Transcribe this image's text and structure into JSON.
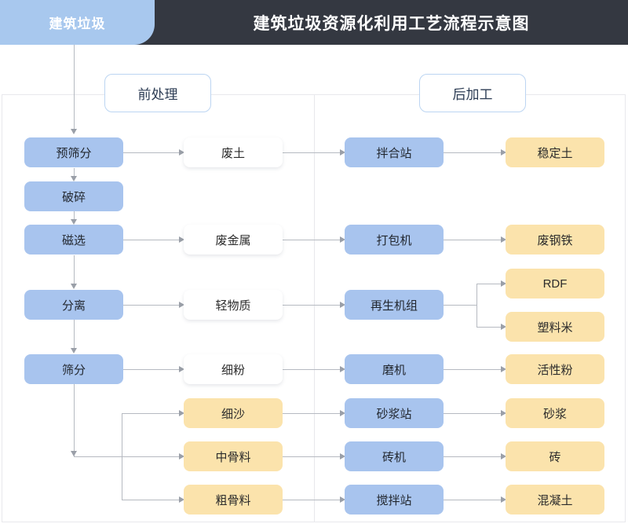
{
  "header": {
    "tab_label": "建筑垃圾",
    "title": "建筑垃圾资源化利用工艺流程示意图",
    "bar_color": "#343841",
    "tab_color": "#a8c8ee"
  },
  "sections": {
    "pre_label": "前处理",
    "post_label": "后加工"
  },
  "palette": {
    "blue": "#a8c4ee",
    "yellow": "#fbe3ac",
    "white": "#ffffff",
    "line": "#b6bac1",
    "border": "#e8e8ec",
    "pill_border": "#bcd5f2"
  },
  "nodes": {
    "process": [
      {
        "id": "pre-screen",
        "label": "预筛分"
      },
      {
        "id": "crush",
        "label": "破碎"
      },
      {
        "id": "magnetic",
        "label": "磁选"
      },
      {
        "id": "separate",
        "label": "分离"
      },
      {
        "id": "screen",
        "label": "筛分"
      }
    ],
    "intermediate": [
      {
        "id": "waste-soil",
        "label": "废土",
        "style": "white"
      },
      {
        "id": "waste-metal",
        "label": "废金属",
        "style": "white"
      },
      {
        "id": "light-matter",
        "label": "轻物质",
        "style": "white"
      },
      {
        "id": "fine-powder",
        "label": "细粉",
        "style": "white"
      },
      {
        "id": "fine-sand",
        "label": "细沙",
        "style": "yellow"
      },
      {
        "id": "mid-agg",
        "label": "中骨料",
        "style": "yellow"
      },
      {
        "id": "coarse-agg",
        "label": "粗骨料",
        "style": "yellow"
      }
    ],
    "equipment": [
      {
        "id": "mixing-station",
        "label": "拌合站"
      },
      {
        "id": "baler",
        "label": "打包机"
      },
      {
        "id": "recycling-unit",
        "label": "再生机组"
      },
      {
        "id": "mill",
        "label": "磨机"
      },
      {
        "id": "mortar-station",
        "label": "砂浆站"
      },
      {
        "id": "brick-machine",
        "label": "砖机"
      },
      {
        "id": "batching-plant",
        "label": "搅拌站"
      }
    ],
    "products": [
      {
        "id": "stabilized-soil",
        "label": "稳定土"
      },
      {
        "id": "scrap-steel",
        "label": "废钢铁"
      },
      {
        "id": "rdf",
        "label": "RDF"
      },
      {
        "id": "plastic-pellet",
        "label": "塑料米"
      },
      {
        "id": "active-powder",
        "label": "活性粉"
      },
      {
        "id": "mortar",
        "label": "砂浆"
      },
      {
        "id": "brick",
        "label": "砖"
      },
      {
        "id": "concrete",
        "label": "混凝土"
      }
    ]
  }
}
